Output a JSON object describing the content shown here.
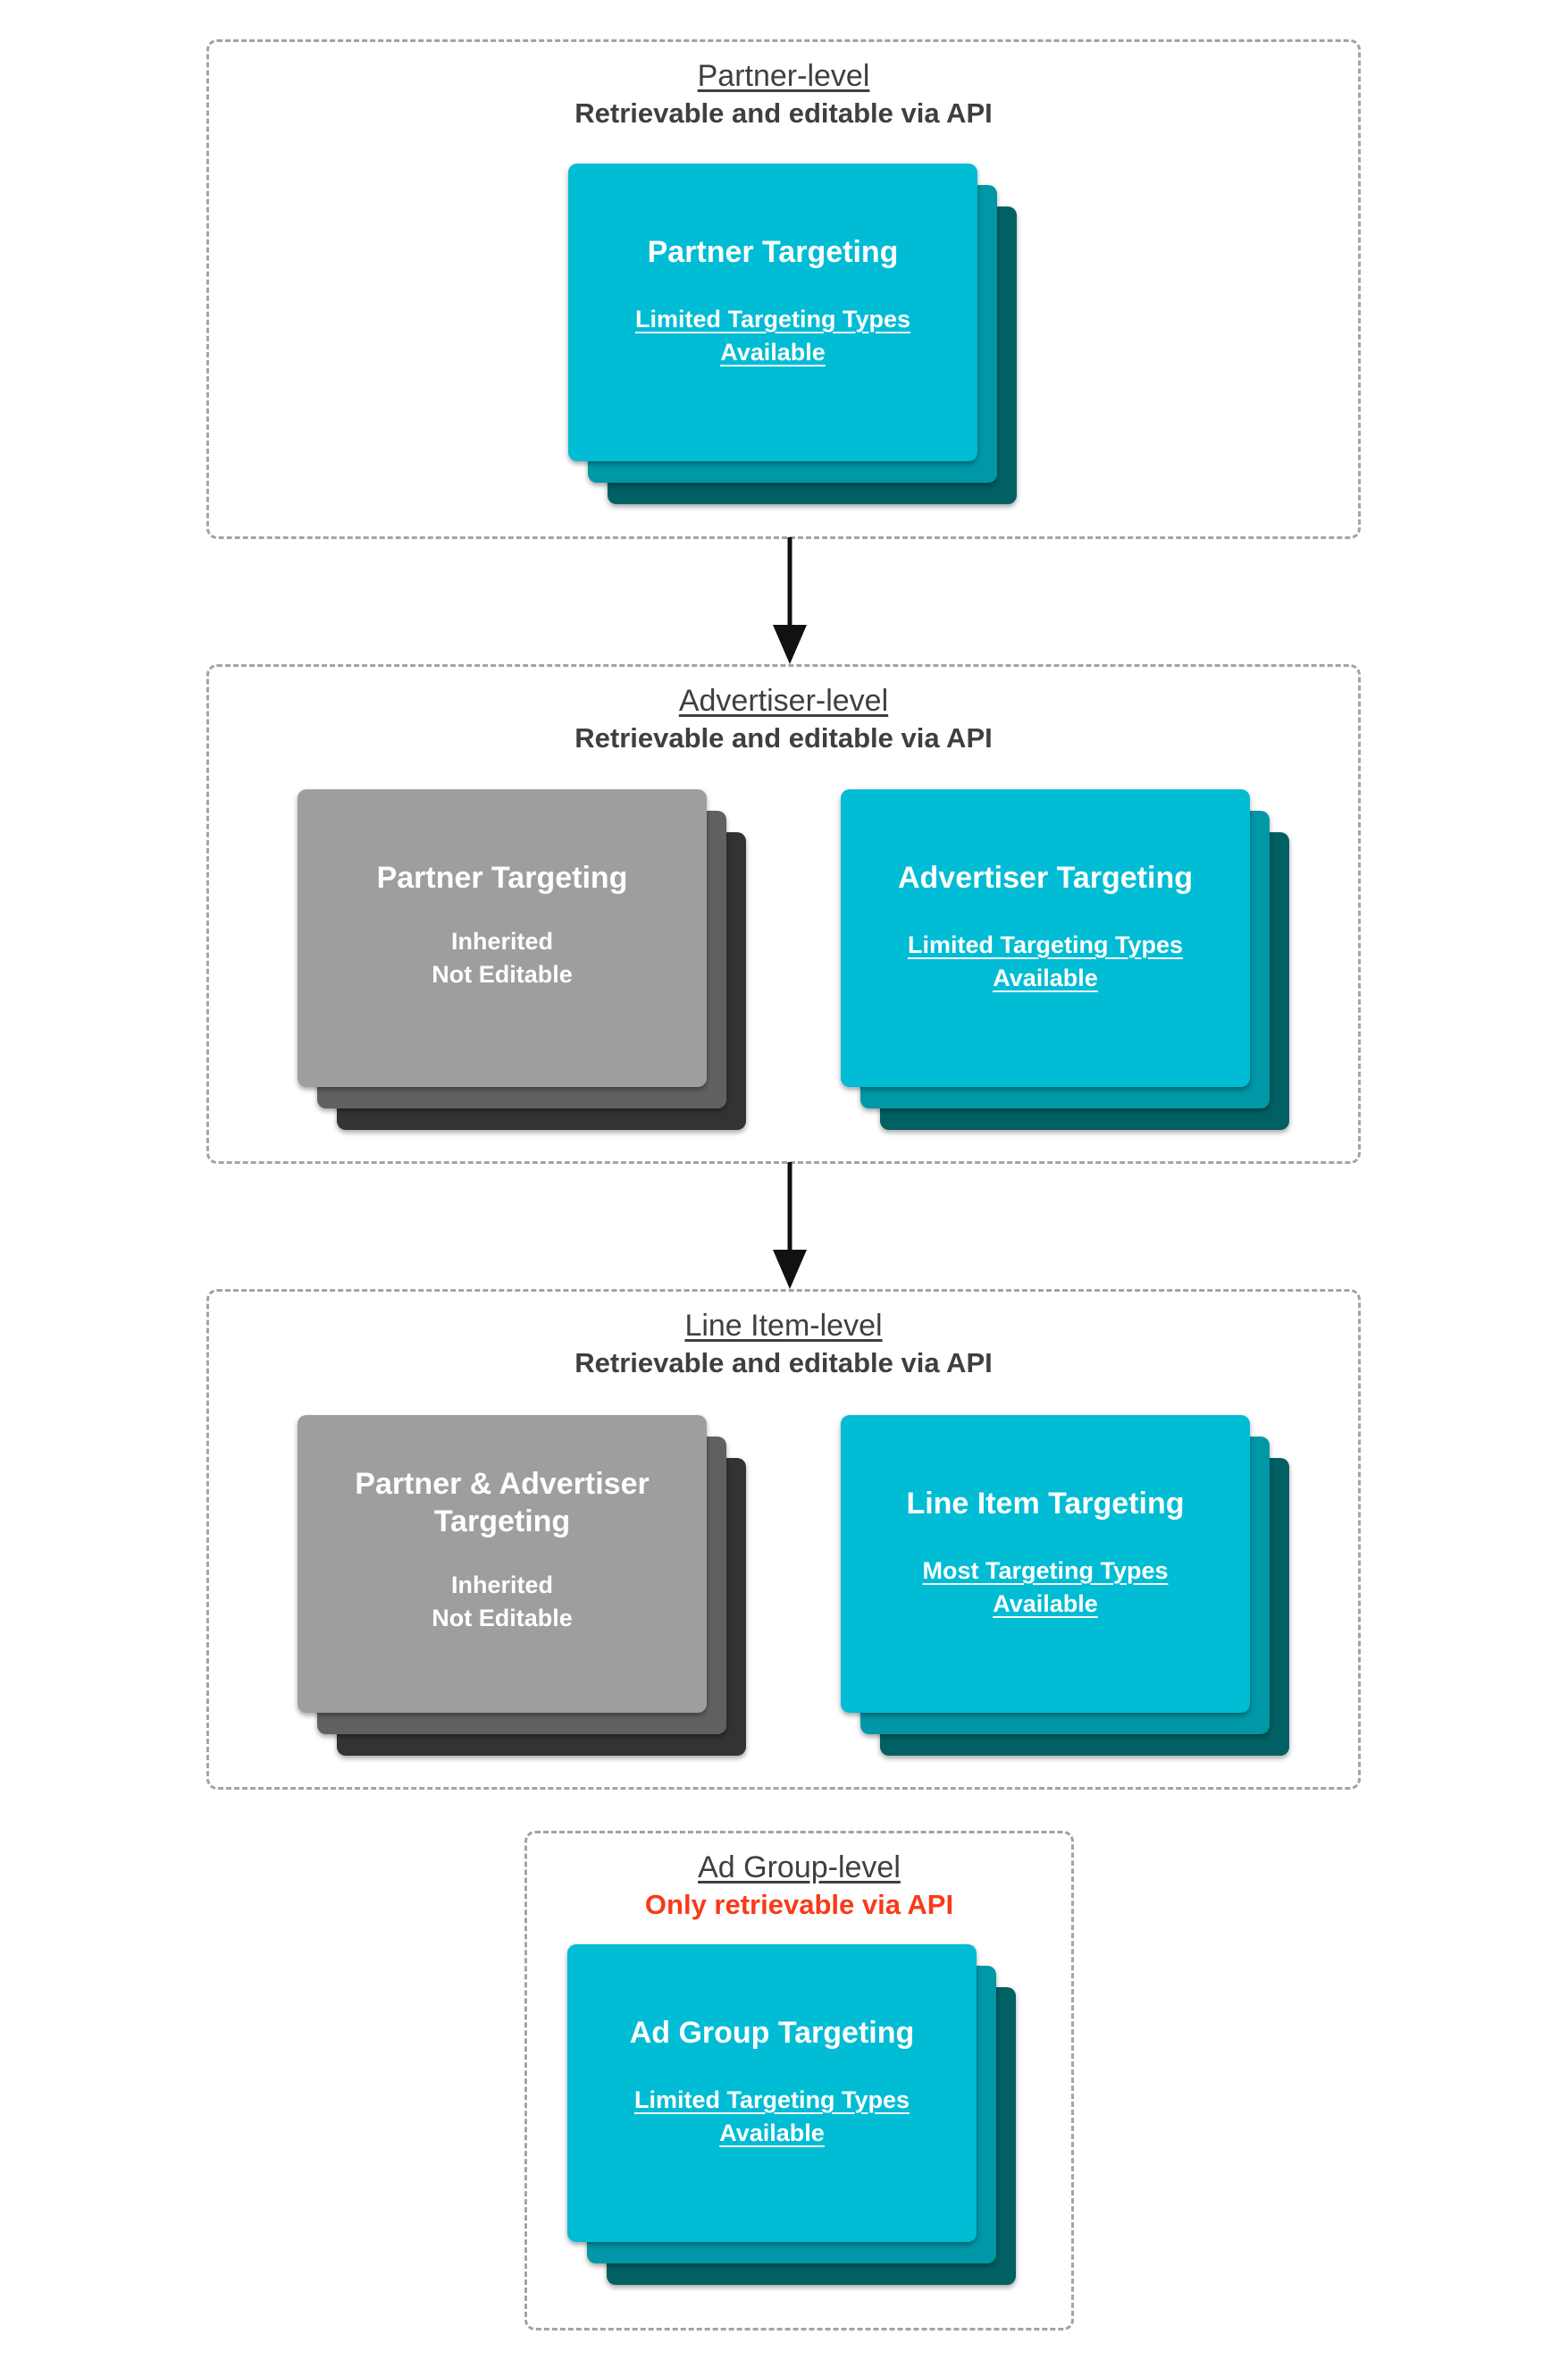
{
  "colors": {
    "cyan_card_front": "#00BCD4",
    "teal_card_mid": "#0097A7",
    "teal_card_back": "#006064",
    "gray_card_front": "#9E9E9E",
    "gray_card_mid": "#616161",
    "gray_card_back": "#333333",
    "header_text": "#3C4043",
    "alert_red": "#F83A17",
    "dashed_border": "#A3A3A3",
    "arrow": "#111111"
  },
  "sections": [
    {
      "title": "Partner-level",
      "subtitle": "Retrievable and editable via API",
      "cards": [
        {
          "title": "Partner Targeting",
          "subtitle_line1": "Limited Targeting Types",
          "subtitle_line2": "Available"
        }
      ]
    },
    {
      "title": "Advertiser-level",
      "subtitle": "Retrievable and editable via API",
      "cards": [
        {
          "title": "Partner Targeting",
          "info_line1": "Inherited",
          "info_line2": "Not Editable"
        },
        {
          "title": "Advertiser Targeting",
          "subtitle_line1": "Limited Targeting Types",
          "subtitle_line2": "Available"
        }
      ]
    },
    {
      "title": "Line Item-level",
      "subtitle": "Retrievable and editable via API",
      "cards": [
        {
          "title_line1": "Partner & Advertiser",
          "title_line2": "Targeting",
          "info_line1": "Inherited",
          "info_line2": "Not Editable"
        },
        {
          "title": "Line Item Targeting",
          "subtitle_line1": "Most Targeting Types",
          "subtitle_line2": "Available"
        }
      ]
    },
    {
      "title": "Ad Group-level",
      "subtitle": "Only retrievable via API",
      "cards": [
        {
          "title": "Ad Group Targeting",
          "subtitle_line1": "Limited Targeting Types",
          "subtitle_line2": "Available"
        }
      ]
    }
  ]
}
